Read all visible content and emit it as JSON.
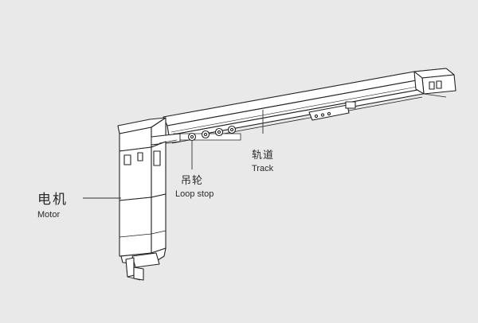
{
  "labels": {
    "motor": {
      "cn": "电机",
      "en": "Motor"
    },
    "loop_stop": {
      "cn": "吊轮",
      "en": "Loop stop"
    },
    "track": {
      "cn": "轨道",
      "en": "Track"
    }
  },
  "colors": {
    "background": "#e9e9e9",
    "line": "#222222",
    "fill": "#ffffff"
  }
}
